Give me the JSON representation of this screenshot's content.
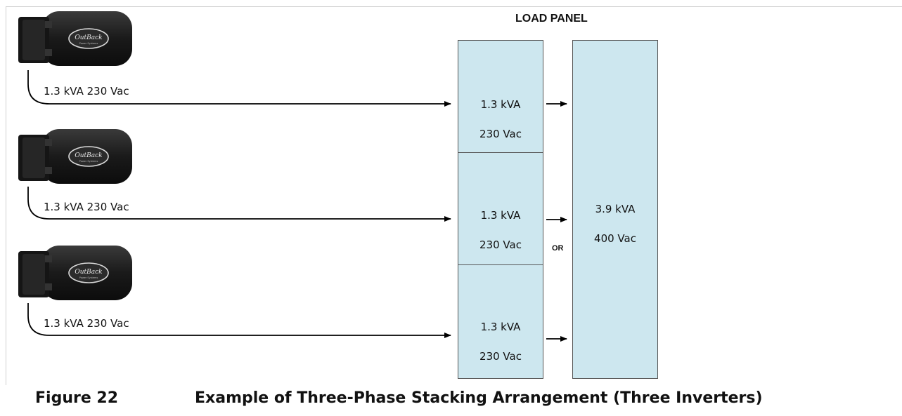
{
  "load_panel": {
    "title": "LOAD PANEL",
    "phase_boxes": [
      {
        "kva": "1.3 kVA",
        "voltage": "230 Vac"
      },
      {
        "kva": "1.3 kVA",
        "voltage": "230 Vac"
      },
      {
        "kva": "1.3 kVA",
        "voltage": "230 Vac"
      }
    ],
    "combined_box": {
      "kva": "3.9 kVA",
      "voltage": "400 Vac"
    },
    "or_label": "OR"
  },
  "inverters": [
    {
      "label": "1.3 kVA 230 Vac",
      "logo_top": "OutBack",
      "logo_bottom": "Power Systems"
    },
    {
      "label": "1.3 kVA 230 Vac",
      "logo_top": "OutBack",
      "logo_bottom": "Power Systems"
    },
    {
      "label": "1.3 kVA 230 Vac",
      "logo_top": "OutBack",
      "logo_bottom": "Power Systems"
    }
  ],
  "caption": {
    "figure_number": "Figure 22",
    "title": "Example of Three-Phase Stacking Arrangement (Three Inverters)"
  },
  "colors": {
    "panel_fill": "#cde7ef",
    "inverter_body": "#1c1c1c",
    "line": "#000000"
  }
}
